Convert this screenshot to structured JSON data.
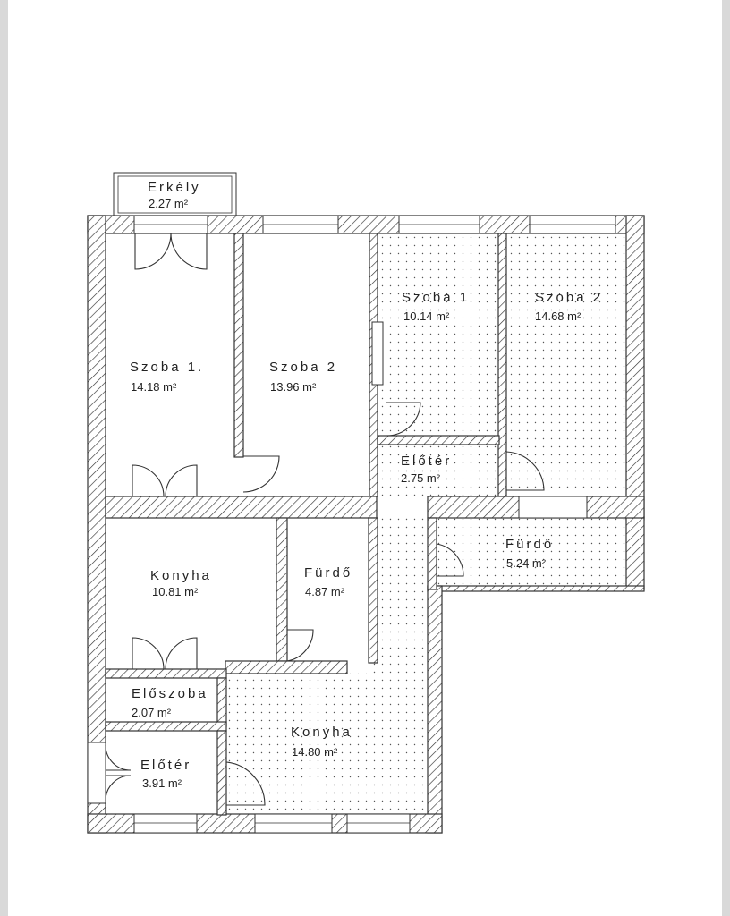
{
  "plan": {
    "balcony": {
      "name": "Erkély",
      "area": "2.27 m²"
    },
    "old_rooms": [
      {
        "key": "szoba1",
        "name": "Szoba 1.",
        "area": "14.18 m²"
      },
      {
        "key": "szoba2",
        "name": "Szoba 2",
        "area": "13.96 m²"
      },
      {
        "key": "konyha",
        "name": "Konyha",
        "area": "10.81 m²"
      },
      {
        "key": "furdo",
        "name": "Fürdő",
        "area": "4.87 m²"
      },
      {
        "key": "eloszoba",
        "name": "Előszoba",
        "area": "2.07 m²"
      },
      {
        "key": "eloter",
        "name": "Előtér",
        "area": "3.91 m²"
      }
    ],
    "new_rooms": [
      {
        "key": "szoba1",
        "name": "Szoba 1",
        "area": "10.14 m²"
      },
      {
        "key": "szoba2",
        "name": "Szoba 2",
        "area": "14.68 m²"
      },
      {
        "key": "eloter",
        "name": "Előtér",
        "area": "2.75 m²"
      },
      {
        "key": "furdo",
        "name": "Fürdő",
        "area": "5.24 m²"
      },
      {
        "key": "konyha",
        "name": "Konyha",
        "area": "14.80 m²"
      }
    ]
  }
}
